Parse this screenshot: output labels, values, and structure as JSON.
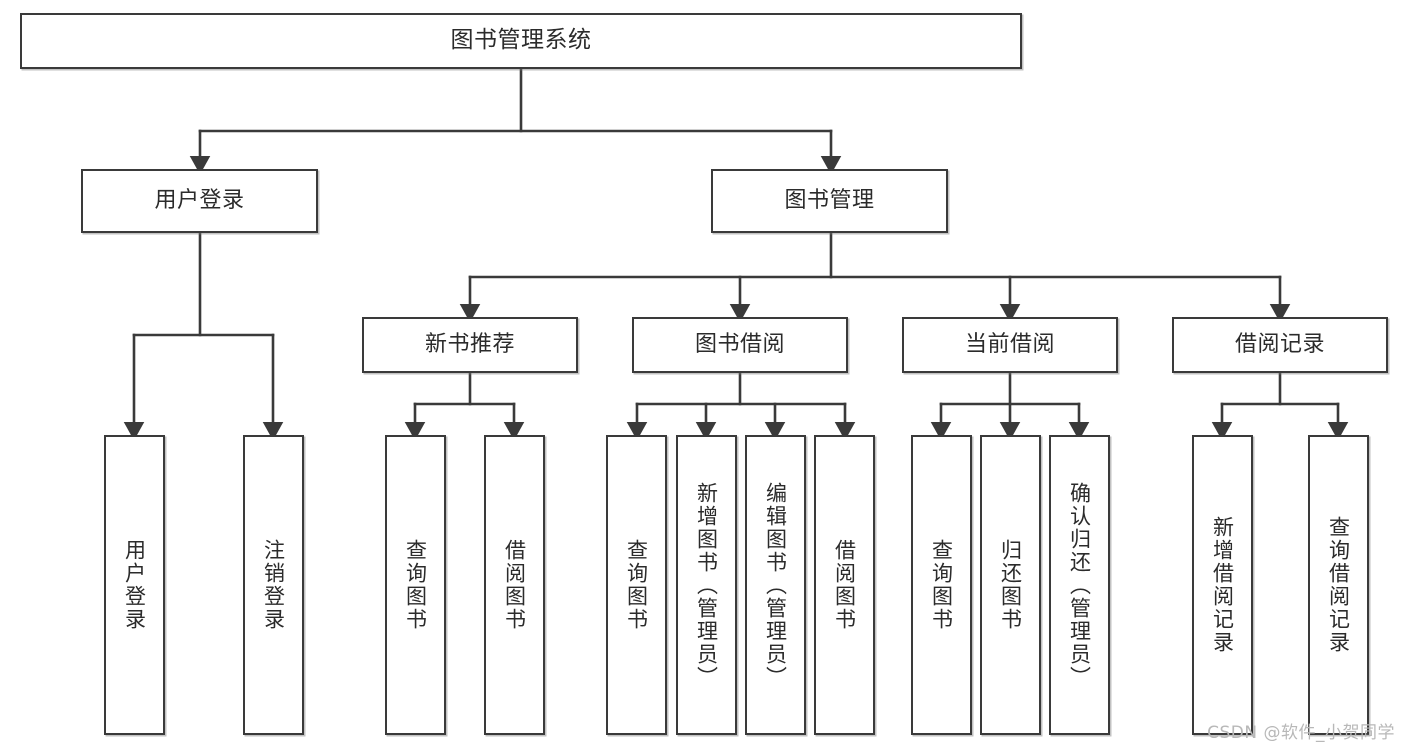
{
  "diagram": {
    "title": "图书管理系统",
    "type": "tree-hierarchy-chart",
    "watermark": "CSDN @软件_小贺同学",
    "colors": {
      "box_border": "#3a3a3a",
      "box_fill": "#ffffff",
      "edge": "#3a3a3a",
      "text": "#2b2b2b",
      "watermark": "#b8b8b8",
      "background": "#ffffff"
    }
  },
  "nodes": {
    "root": {
      "label": "图书管理系统"
    },
    "level2": [
      {
        "id": "user-login",
        "label": "用户登录"
      },
      {
        "id": "book-management",
        "label": "图书管理"
      }
    ],
    "level3": [
      {
        "id": "new-book-recommend",
        "label": "新书推荐"
      },
      {
        "id": "book-borrow",
        "label": "图书借阅"
      },
      {
        "id": "current-borrow",
        "label": "当前借阅"
      },
      {
        "id": "borrow-record",
        "label": "借阅记录"
      }
    ],
    "leaves": {
      "user_login": [
        {
          "id": "leaf-user-login",
          "label": "用户登录"
        },
        {
          "id": "leaf-logout-login",
          "label": "注销登录"
        }
      ],
      "new_book_recommend": [
        {
          "id": "leaf-query-book-1",
          "label": "查询图书"
        },
        {
          "id": "leaf-borrow-book-1",
          "label": "借阅图书"
        }
      ],
      "book_borrow": [
        {
          "id": "leaf-query-book-2",
          "label": "查询图书"
        },
        {
          "id": "leaf-add-book",
          "label": "新增图书（管理员）"
        },
        {
          "id": "leaf-edit-book",
          "label": "编辑图书（管理员）"
        },
        {
          "id": "leaf-borrow-book-2",
          "label": "借阅图书"
        }
      ],
      "current_borrow": [
        {
          "id": "leaf-query-book-3",
          "label": "查询图书"
        },
        {
          "id": "leaf-return-book",
          "label": "归还图书"
        },
        {
          "id": "leaf-confirm-return",
          "label": "确认归还（管理员）"
        }
      ],
      "borrow_record": [
        {
          "id": "leaf-add-borrow-record",
          "label": "新增借阅记录"
        },
        {
          "id": "leaf-query-borrow-record",
          "label": "查询借阅记录"
        }
      ]
    }
  }
}
